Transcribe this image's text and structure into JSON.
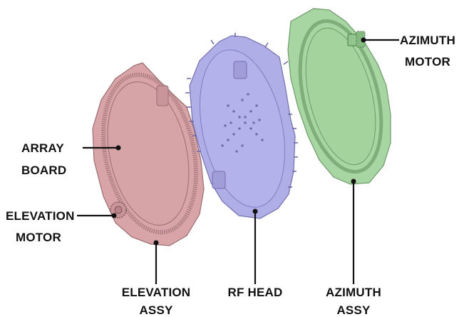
{
  "labels": {
    "array_board": [
      "ARRAY",
      "BOARD"
    ],
    "elevation_motor": [
      "ELEVATION",
      "MOTOR"
    ],
    "elevation_assy": [
      "ELEVATION",
      "ASSY"
    ],
    "rf_head": [
      "RF HEAD"
    ],
    "azimuth_assy": [
      "AZIMUTH",
      "ASSY"
    ],
    "azimuth_motor": [
      "AZIMUTH",
      "MOTOR"
    ]
  },
  "colors": {
    "elevation_plate": "#d8a4a8",
    "elevation_plate_dark": "#b98489",
    "rf_head_plate": "#b0aee6",
    "rf_head_plate_dark": "#8c89c9",
    "azimuth_plate": "#a8d6a2",
    "azimuth_plate_dark": "#86b882",
    "line": "#111111"
  }
}
